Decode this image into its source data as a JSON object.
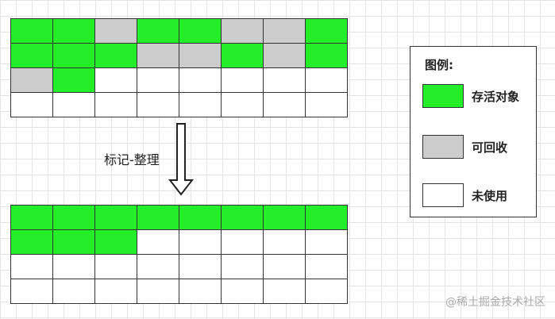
{
  "colors": {
    "live": "#22ee2a",
    "recycle": "#cccccc",
    "unused": "#ffffff"
  },
  "before_grid": {
    "rows": [
      [
        "live",
        "live",
        "recycle",
        "live",
        "live",
        "recycle",
        "recycle",
        "live"
      ],
      [
        "live",
        "live",
        "live",
        "recycle",
        "recycle",
        "live",
        "recycle",
        "live"
      ],
      [
        "recycle",
        "live",
        "unused",
        "unused",
        "unused",
        "unused",
        "unused",
        "unused"
      ],
      [
        "unused",
        "unused",
        "unused",
        "unused",
        "unused",
        "unused",
        "unused",
        "unused"
      ]
    ]
  },
  "operation_label": "标记-整理",
  "after_grid": {
    "rows": [
      [
        "live",
        "live",
        "live",
        "live",
        "live",
        "live",
        "live",
        "live"
      ],
      [
        "live",
        "live",
        "live",
        "unused",
        "unused",
        "unused",
        "unused",
        "unused"
      ],
      [
        "unused",
        "unused",
        "unused",
        "unused",
        "unused",
        "unused",
        "unused",
        "unused"
      ],
      [
        "unused",
        "unused",
        "unused",
        "unused",
        "unused",
        "unused",
        "unused",
        "unused"
      ]
    ]
  },
  "legend": {
    "title": "图例:",
    "items": [
      {
        "label": "存活对象",
        "state": "live"
      },
      {
        "label": "可回收",
        "state": "recycle"
      },
      {
        "label": "未使用",
        "state": "unused"
      }
    ]
  },
  "watermark": "@稀土掘金技术社区"
}
